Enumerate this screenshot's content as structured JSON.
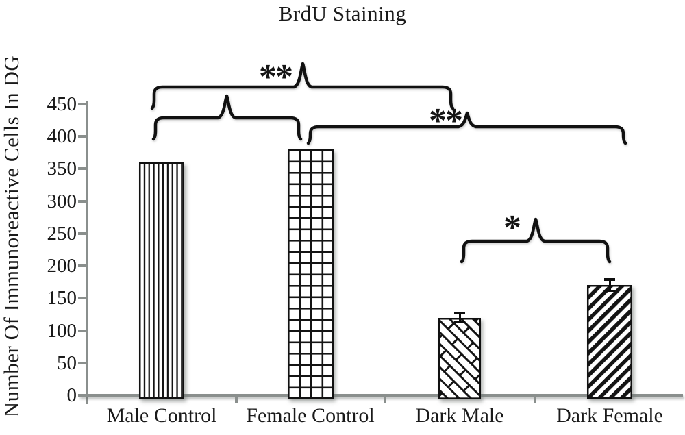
{
  "chart_data": {
    "type": "bar",
    "title": "BrdU Staining",
    "ylabel": "Number Of Immunoreactive Cells In DG",
    "xlabel": "",
    "categories": [
      "Male Control",
      "Female Control",
      "Dark Male",
      "Dark Female"
    ],
    "values": [
      360,
      380,
      120,
      170
    ],
    "errors": [
      0,
      0,
      7,
      9
    ],
    "bar_patterns": [
      "vertical-lines",
      "grid",
      "diagonal-brick",
      "diagonal-stripes"
    ],
    "ylim": [
      0,
      450
    ],
    "ytick_step": 50,
    "yticks": [
      0,
      50,
      100,
      150,
      200,
      250,
      300,
      350,
      400,
      450
    ],
    "grid": false,
    "legend": "none",
    "annotations": [
      {
        "between": [
          "Male Control",
          "Dark Male"
        ],
        "label": "**"
      },
      {
        "between": [
          "Male Control",
          "Female Control"
        ],
        "label": ""
      },
      {
        "between": [
          "Female Control",
          "Dark Female"
        ],
        "label": "**"
      },
      {
        "between": [
          "Dark Male",
          "Dark Female"
        ],
        "label": "*"
      }
    ],
    "colors": {
      "bar_fill": "#ffffff",
      "bar_stroke": "#111111",
      "axis": "#8a8f8d",
      "text": "#1a1a1a",
      "brace": "#111111"
    }
  }
}
